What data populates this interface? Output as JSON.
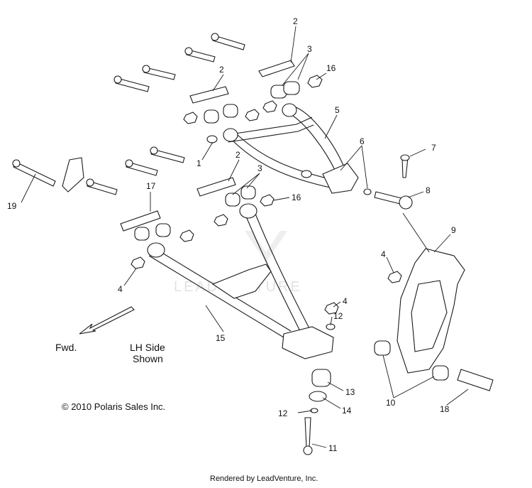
{
  "diagram": {
    "fwd_label": "Fwd.",
    "side_note_line1": "LH Side",
    "side_note_line2": "Shown",
    "copyright": "© 2010 Polaris Sales Inc.",
    "footer": "Rendered by LeadVenture, Inc.",
    "watermark": "LEADVENTURE",
    "callouts": [
      "2",
      "3",
      "16",
      "2",
      "5",
      "1",
      "6",
      "7",
      "2",
      "3",
      "8",
      "19",
      "17",
      "16",
      "9",
      "4",
      "4",
      "4",
      "12",
      "15",
      "13",
      "12",
      "14",
      "11",
      "10",
      "18"
    ]
  }
}
